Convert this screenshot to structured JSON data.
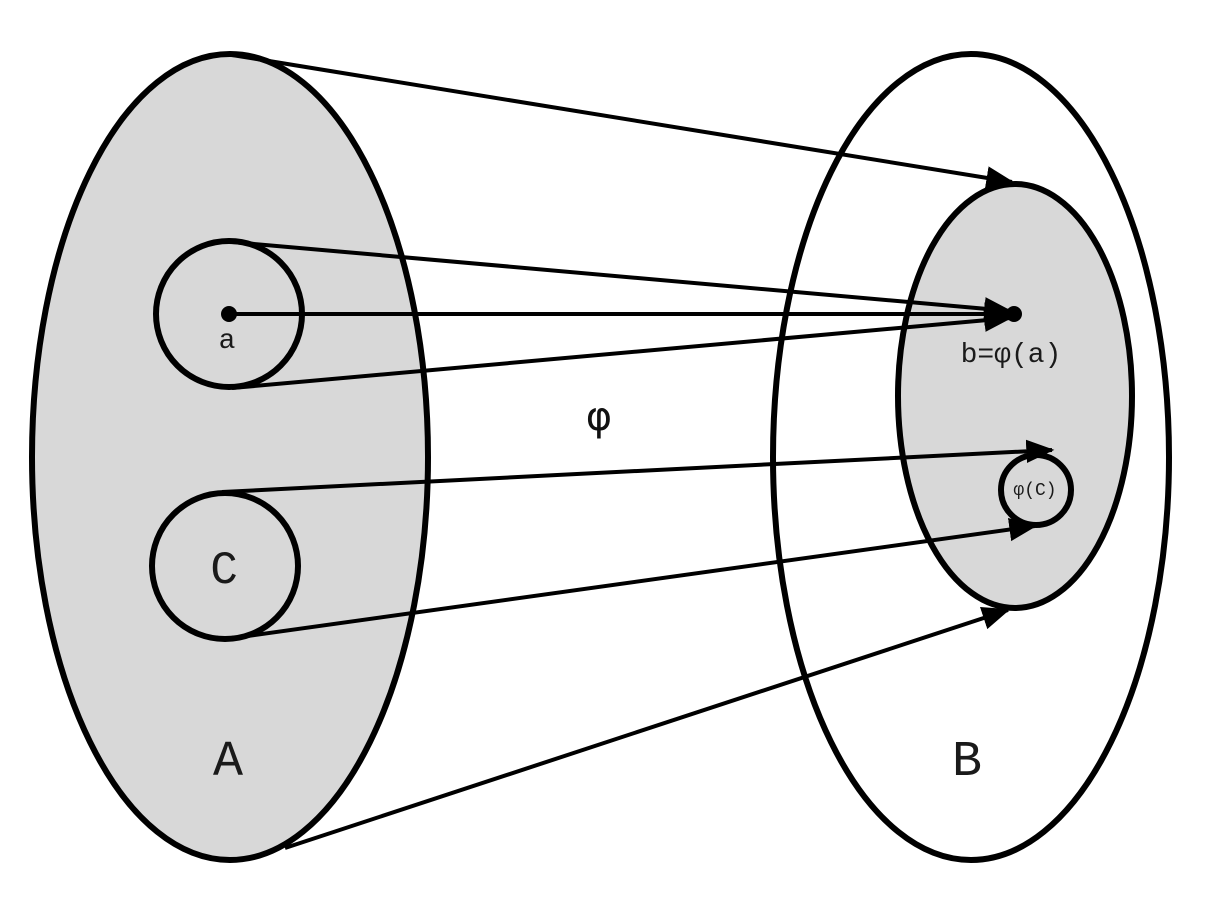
{
  "diagram": {
    "set_A_label": "A",
    "set_B_label": "B",
    "subset_C_label": "C",
    "point_a_label": "a",
    "image_point_label": "b=φ(a)",
    "map_label": "φ",
    "image_C_label": "φ(C)",
    "colors": {
      "shaded_fill": "#d8d8d8",
      "stroke": "#000000",
      "background": "#ffffff"
    }
  }
}
